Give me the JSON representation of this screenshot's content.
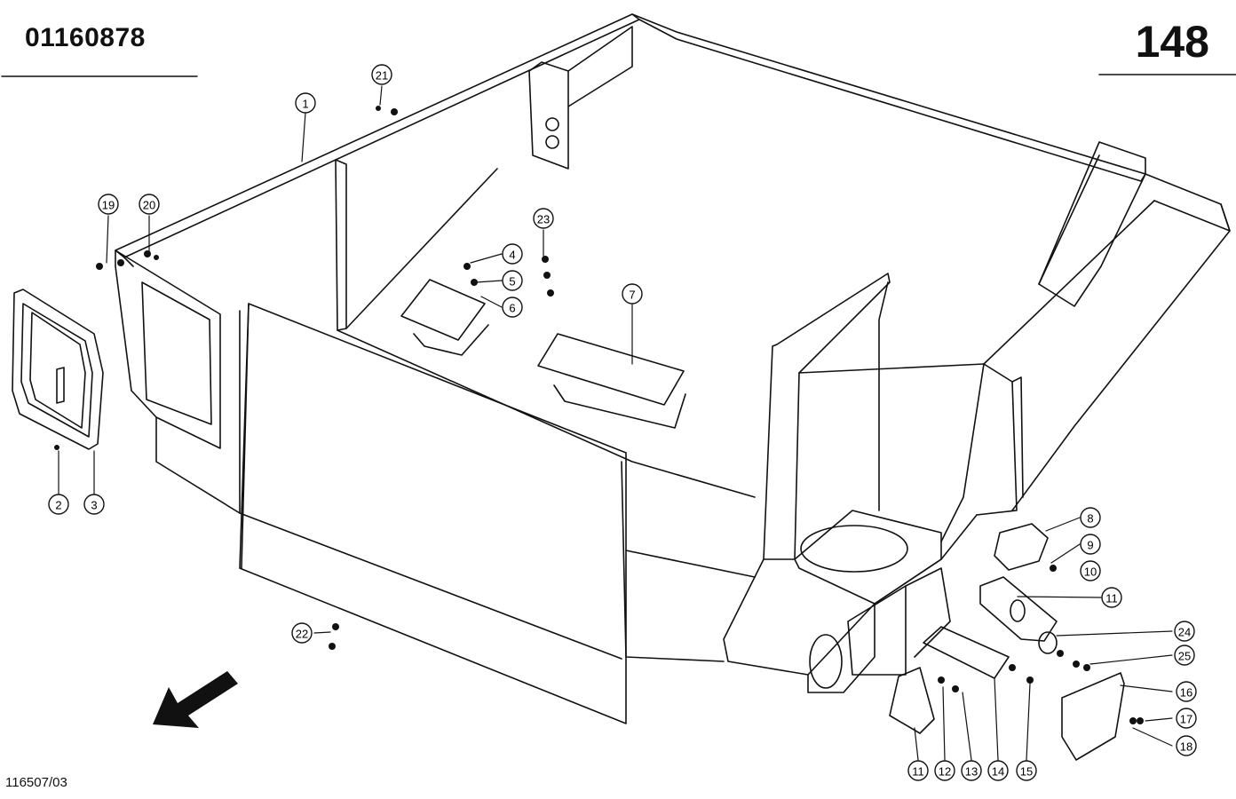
{
  "header": {
    "part_number": "01160878",
    "page_number": "148"
  },
  "footer": {
    "drawing_ref": "116507/03"
  },
  "callouts": [
    {
      "id": "c1",
      "label": "1"
    },
    {
      "id": "c2",
      "label": "2"
    },
    {
      "id": "c3",
      "label": "3"
    },
    {
      "id": "c4",
      "label": "4"
    },
    {
      "id": "c5",
      "label": "5"
    },
    {
      "id": "c6",
      "label": "6"
    },
    {
      "id": "c7",
      "label": "7"
    },
    {
      "id": "c8",
      "label": "8"
    },
    {
      "id": "c9",
      "label": "9"
    },
    {
      "id": "c10",
      "label": "10"
    },
    {
      "id": "c11a",
      "label": "11"
    },
    {
      "id": "c11b",
      "label": "11"
    },
    {
      "id": "c12",
      "label": "12"
    },
    {
      "id": "c13",
      "label": "13"
    },
    {
      "id": "c14",
      "label": "14"
    },
    {
      "id": "c15",
      "label": "15"
    },
    {
      "id": "c16",
      "label": "16"
    },
    {
      "id": "c17",
      "label": "17"
    },
    {
      "id": "c18",
      "label": "18"
    },
    {
      "id": "c19",
      "label": "19"
    },
    {
      "id": "c20",
      "label": "20"
    },
    {
      "id": "c21",
      "label": "21"
    },
    {
      "id": "c22",
      "label": "22"
    },
    {
      "id": "c23",
      "label": "23"
    },
    {
      "id": "c24",
      "label": "24"
    },
    {
      "id": "c25",
      "label": "25"
    }
  ],
  "colors": {
    "ink": "#111111",
    "paper": "#ffffff"
  }
}
